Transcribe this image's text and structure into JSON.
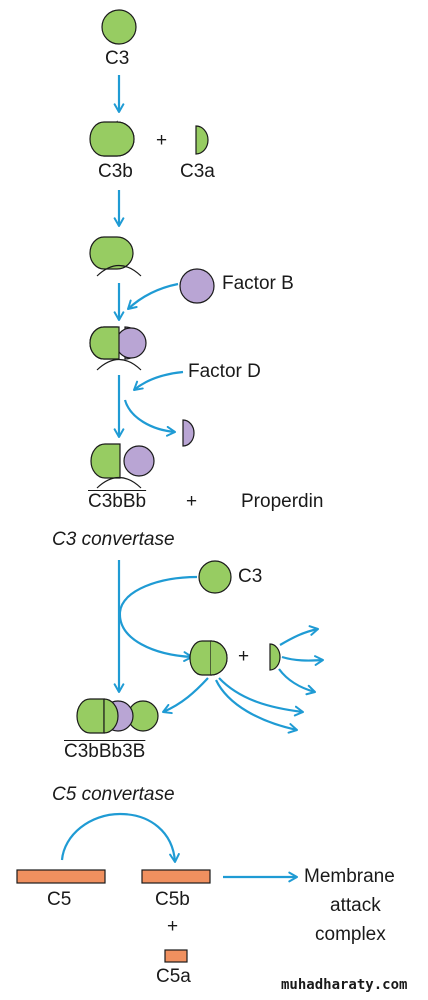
{
  "colors": {
    "arrow": "#1f9bd4",
    "c3_green": "#97cc62",
    "factor_b_purple": "#b9a5d4",
    "c5_orange": "#f0905f",
    "outline": "#1a1a1a"
  },
  "labels": {
    "c3_top": "C3",
    "c3b": "C3b",
    "c3a": "C3a",
    "plus_1": "+",
    "factor_b": "Factor B",
    "factor_d": "Factor D",
    "c3bbb": "C3bBb",
    "plus_2": "+",
    "properdin": "Properdin",
    "c3_convertase": "C3 convertase",
    "c3_second": "C3",
    "plus_3": "+",
    "c3bbb3b": "C3bBb3B",
    "c5_convertase": "C5 convertase",
    "c5": "C5",
    "c5b": "C5b",
    "plus_4": "+",
    "c5a": "C5a",
    "mac_line1": "Membrane",
    "mac_line2": "attack",
    "mac_line3": "complex"
  },
  "watermark": "muhadharaty.com"
}
